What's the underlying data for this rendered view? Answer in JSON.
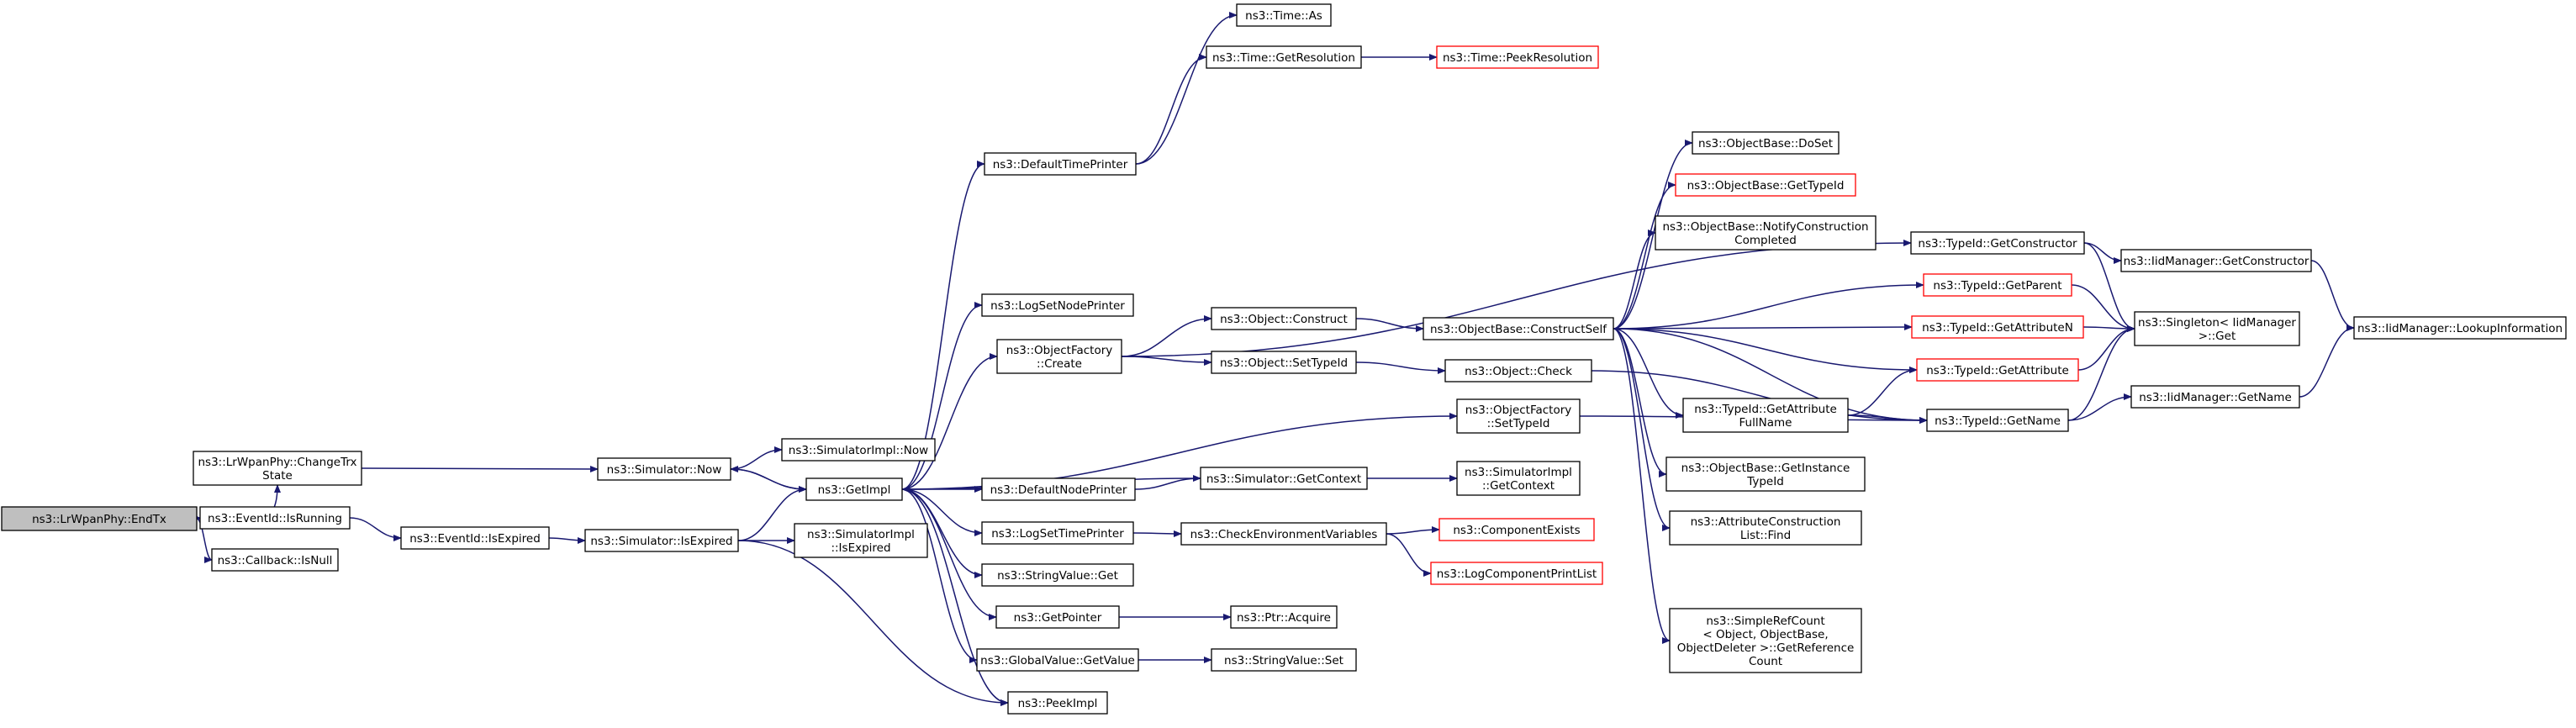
{
  "colors": {
    "edge": "#191970",
    "root_fill": "#bfbfbf",
    "truncated_border": "#ff0000",
    "node_border": "#000000"
  },
  "nodes": {
    "endtx": [
      "ns3::LrWpanPhy::EndTx"
    ],
    "changetrx": [
      "ns3::LrWpanPhy::ChangeTrx",
      "State"
    ],
    "isrunning": [
      "ns3::EventId::IsRunning"
    ],
    "cbisnull": [
      "ns3::Callback::IsNull"
    ],
    "eidexpired": [
      "ns3::EventId::IsExpired"
    ],
    "simnow": [
      "ns3::Simulator::Now"
    ],
    "simexpired": [
      "ns3::Simulator::IsExpired"
    ],
    "implnow": [
      "ns3::SimulatorImpl::Now"
    ],
    "getimpl": [
      "ns3::GetImpl"
    ],
    "implexpired": [
      "ns3::SimulatorImpl",
      "::IsExpired"
    ],
    "timeas": [
      "ns3::Time::As"
    ],
    "timegetres": [
      "ns3::Time::GetResolution"
    ],
    "timepeek": [
      "ns3::Time::PeekResolution"
    ],
    "deftimeprinter": [
      "ns3::DefaultTimePrinter"
    ],
    "logsetnode": [
      "ns3::LogSetNodePrinter"
    ],
    "objfcreate": [
      "ns3::ObjectFactory",
      "::Create"
    ],
    "defnodeprinter": [
      "ns3::DefaultNodePrinter"
    ],
    "logsettime": [
      "ns3::LogSetTimePrinter"
    ],
    "strget": [
      "ns3::StringValue::Get"
    ],
    "getpointer": [
      "ns3::GetPointer"
    ],
    "gvget": [
      "ns3::GlobalValue::GetValue"
    ],
    "peekimpl": [
      "ns3::PeekImpl"
    ],
    "objconstruct": [
      "ns3::Object::Construct"
    ],
    "objsettid": [
      "ns3::Object::SetTypeId"
    ],
    "simgetctx": [
      "ns3::Simulator::GetContext"
    ],
    "checkenv": [
      "ns3::CheckEnvironmentVariables"
    ],
    "ptracquire": [
      "ns3::Ptr::Acquire"
    ],
    "strset": [
      "ns3::StringValue::Set"
    ],
    "objbconstructself": [
      "ns3::ObjectBase::ConstructSelf"
    ],
    "objcheck": [
      "ns3::Object::Check"
    ],
    "objfsettid": [
      "ns3::ObjectFactory",
      "::SetTypeId"
    ],
    "implgetctx": [
      "ns3::SimulatorImpl",
      "::GetContext"
    ],
    "compexists": [
      "ns3::ComponentExists"
    ],
    "logcompprint": [
      "ns3::LogComponentPrintList"
    ],
    "objbdoset": [
      "ns3::ObjectBase::DoSet"
    ],
    "objbgettid": [
      "ns3::ObjectBase::GetTypeId"
    ],
    "objbnotify": [
      "ns3::ObjectBase::NotifyConstruction",
      "Completed"
    ],
    "tidgetattrfull": [
      "ns3::TypeId::GetAttribute",
      "FullName"
    ],
    "objbgetinst": [
      "ns3::ObjectBase::GetInstance",
      "TypeId"
    ],
    "attrconsfind": [
      "ns3::AttributeConstruction",
      "List::Find"
    ],
    "simplerefcount": [
      "ns3::SimpleRefCount",
      "< Object, ObjectBase,",
      "ObjectDeleter >::GetReference",
      "Count"
    ],
    "tidgetctor": [
      "ns3::TypeId::GetConstructor"
    ],
    "tidgetparent": [
      "ns3::TypeId::GetParent"
    ],
    "tidgetattrn": [
      "ns3::TypeId::GetAttributeN"
    ],
    "tidgetattr": [
      "ns3::TypeId::GetAttribute"
    ],
    "tidgetname": [
      "ns3::TypeId::GetName"
    ],
    "iidgetctor": [
      "ns3::IidManager::GetConstructor"
    ],
    "singleton": [
      "ns3::Singleton< IidManager",
      ">::Get"
    ],
    "iidgetname": [
      "ns3::IidManager::GetName"
    ],
    "iidlookup": [
      "ns3::IidManager::LookupInformation"
    ]
  }
}
